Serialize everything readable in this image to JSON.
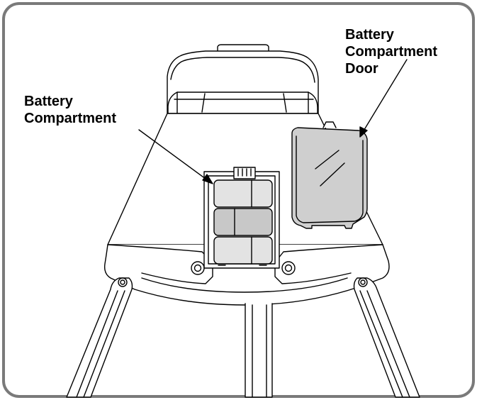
{
  "labels": {
    "battery_compartment": {
      "line1": "Battery",
      "line2": "Compartment"
    },
    "battery_compartment_door": {
      "line1": "Battery",
      "line2": "Compartment",
      "line3": "Door"
    }
  },
  "colors": {
    "frame_border": "#7a7a7a",
    "line": "#000000",
    "body_fill": "#ffffff",
    "door_fill": "#cfcfcf",
    "battery_fill": "#e3e3e3",
    "battery_mid_fill": "#c8c8c8"
  }
}
